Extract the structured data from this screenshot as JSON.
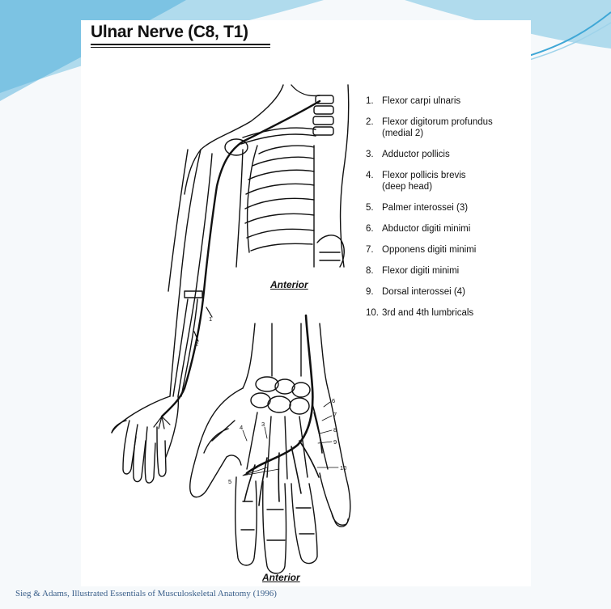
{
  "slide": {
    "title": "Ulnar Nerve (C8, T1)",
    "caption": "Sieg & Adams, Illustrated Essentials of Musculoskeletal Anatomy (1996)"
  },
  "diagram": {
    "views": [
      "Anterior",
      "Anterior"
    ],
    "muscles": [
      {
        "num": "1.",
        "name": "Flexor carpi ulnaris"
      },
      {
        "num": "2.",
        "name": "Flexor digitorum profundus\n(medial 2)"
      },
      {
        "num": "3.",
        "name": "Adductor pollicis"
      },
      {
        "num": "4.",
        "name": "Flexor pollicis brevis\n(deep head)"
      },
      {
        "num": "5.",
        "name": "Palmer interossei (3)"
      },
      {
        "num": "6.",
        "name": "Abductor digiti minimi"
      },
      {
        "num": "7.",
        "name": "Opponens digiti minimi"
      },
      {
        "num": "8.",
        "name": "Flexor digiti minimi"
      },
      {
        "num": "9.",
        "name": "Dorsal interossei (4)"
      },
      {
        "num": "10.",
        "name": "3rd and 4th lumbricals"
      }
    ],
    "callouts": [
      "1",
      "2",
      "3",
      "4",
      "5",
      "6",
      "7",
      "8",
      "9",
      "10"
    ]
  },
  "colors": {
    "accent": "#3fa7d6",
    "accent_light": "#9fd3ea",
    "caption": "#3a5f8a"
  }
}
